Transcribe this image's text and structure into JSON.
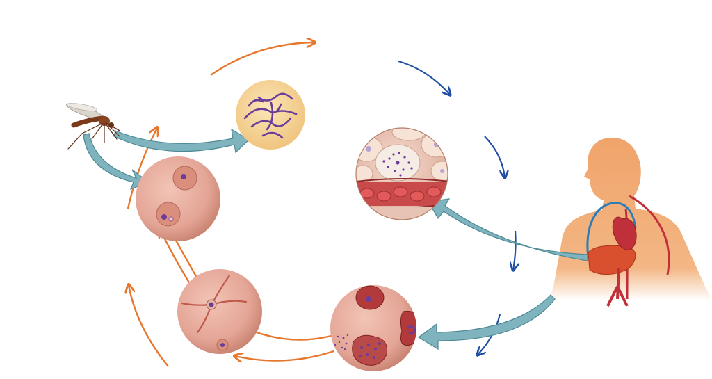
{
  "colors": {
    "background": "#ffffff",
    "human_arrow": "#1f4ea3",
    "mosquito_arrow": "#e8772e",
    "transfer_arrow": "#7fb3bd",
    "transfer_arrow_edge": "#4d8a96",
    "skin": "#f0a46a",
    "cell_pink": "#e4a596",
    "cell_rim": "#c98472",
    "rbc_red": "#b33a3a",
    "parasite_purple": "#6a3d9a",
    "sporozoite_bg": "#f6d59a",
    "liver_bg": "#f3d3c4",
    "heart_red": "#c0303a",
    "liver_red": "#d8502e",
    "vessel_blue": "#2e7bb5"
  },
  "nodes": [
    {
      "id": "mosquito",
      "icon": "mosquito-icon"
    },
    {
      "id": "sporozoites",
      "icon": "sporozoites-icon"
    },
    {
      "id": "liver-stage",
      "icon": "liver-cell-icon"
    },
    {
      "id": "human",
      "icon": "human-body-icon"
    },
    {
      "id": "blood-stage",
      "icon": "infected-rbc-icon"
    },
    {
      "id": "gametocyte-stage",
      "icon": "gametocyte-icon"
    },
    {
      "id": "mosquito-gut-stage",
      "icon": "oocyst-icon"
    }
  ]
}
